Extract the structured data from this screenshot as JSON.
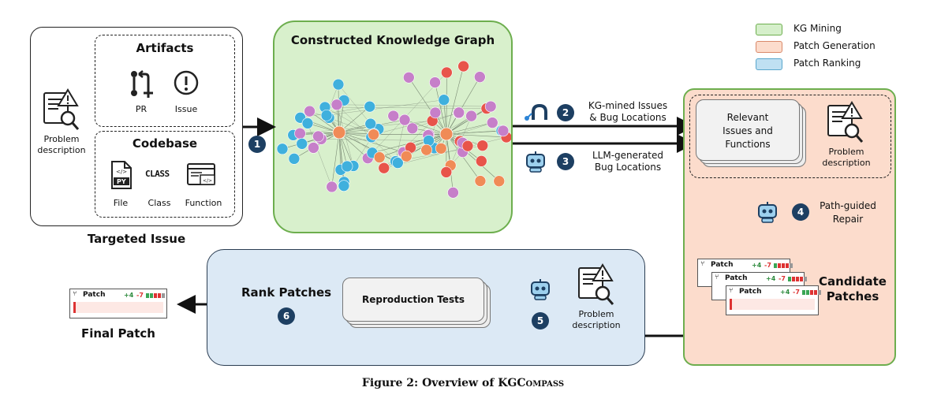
{
  "targeted": {
    "title": "Targeted Issue",
    "problem_label_line1": "Problem",
    "problem_label_line2": "description",
    "artifacts_title": "Artifacts",
    "pr_label": "PR",
    "issue_label": "Issue",
    "codebase_title": "Codebase",
    "file_label": "File",
    "class_label": "Class",
    "function_label": "Function",
    "class_icon_text": "CLASS",
    "py_icon_text": "PY"
  },
  "kg": {
    "title": "Constructed Knowledge Graph",
    "colors": {
      "blue": "#3fb0dd",
      "purple": "#c67fc9",
      "orange": "#f08b57",
      "red": "#e8544a",
      "fill": "#d8f0cc",
      "border": "#6dae4e"
    }
  },
  "legend": {
    "items": [
      {
        "label": "KG Mining",
        "color": "#d5efca",
        "border": "#6dae4e"
      },
      {
        "label": "Patch Generation",
        "color": "#fcdccc",
        "border": "#d9896a"
      },
      {
        "label": "Patch Ranking",
        "color": "#bfe0f2",
        "border": "#5aa6cc"
      }
    ]
  },
  "steps": {
    "s1": "1",
    "s2": "2",
    "s2_line1": "KG-mined Issues",
    "s2_line2": "& Bug Locations",
    "s3": "3",
    "s3_line1": "LLM-generated",
    "s3_line2": "Bug Locations",
    "s4": "4",
    "s4_line1": "Path-guided",
    "s4_line2": "Repair",
    "s5": "5",
    "s6": "6"
  },
  "generation": {
    "relevant_line1": "Relevant",
    "relevant_line2": "Issues and",
    "relevant_line3": "Functions",
    "problem_line1": "Problem",
    "problem_line2": "description",
    "candidate_line1": "Candidate",
    "candidate_line2": "Patches",
    "colors": {
      "fill": "#fcdccc",
      "border": "#6dae4e"
    }
  },
  "patch": {
    "label": "Patch",
    "plus": "+4",
    "minus": "-7"
  },
  "ranking": {
    "rank_label": "Rank Patches",
    "repro_label": "Reproduction Tests",
    "problem_line1": "Problem",
    "problem_line2": "description",
    "colors": {
      "fill": "#dce9f5",
      "border": "#2b3d52"
    }
  },
  "final": {
    "label": "Final Patch"
  },
  "caption": {
    "prefix": "Figure 2: Overview of KG",
    "suffix": "Compass"
  }
}
